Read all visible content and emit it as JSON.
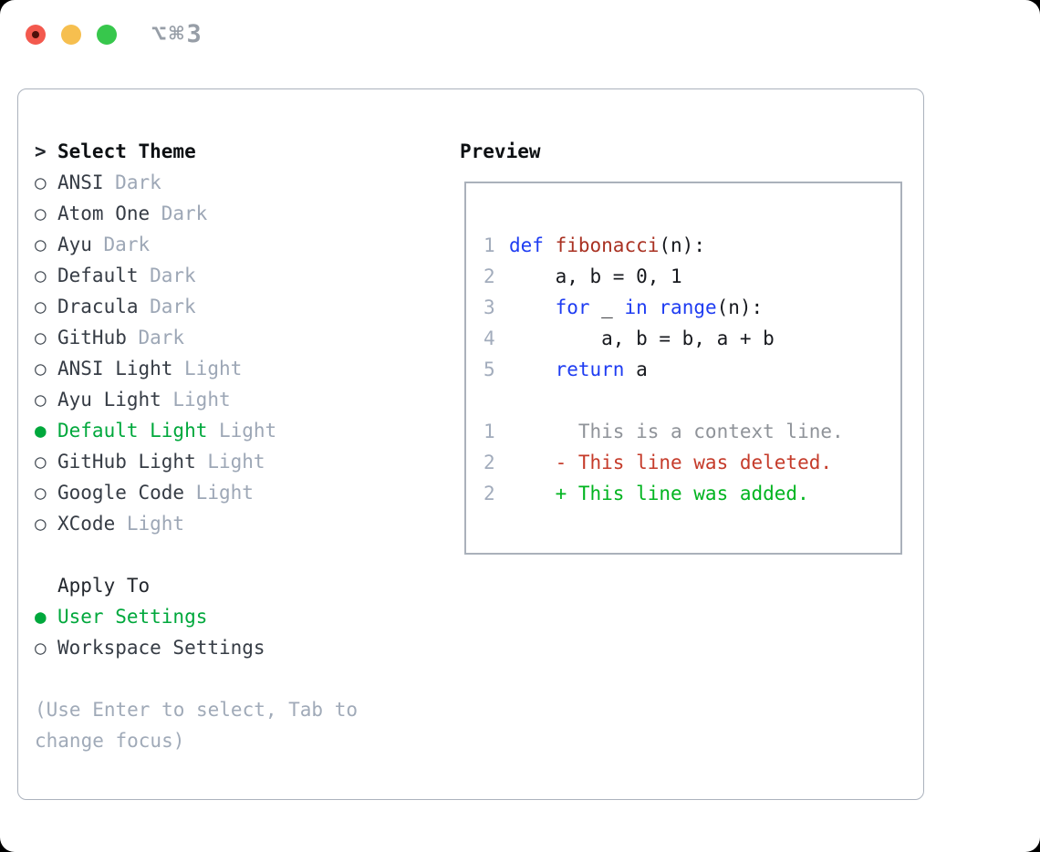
{
  "titlebar": {
    "title": "⌥⌘3"
  },
  "colors": {
    "accent_green": "#00a83c",
    "diff_added_green": "#00b41f",
    "diff_removed_red": "#c53b2a",
    "keyword_blue": "#1e3cf2",
    "function_name_red": "#a93122",
    "muted_gray": "#9da7b6",
    "traffic_red": "#f3594e",
    "traffic_yellow": "#f6bf4f",
    "traffic_green": "#37c74c"
  },
  "theme_list": {
    "header": {
      "prefix": ">",
      "label": "Select Theme"
    },
    "items": [
      {
        "marker": "○",
        "name": "ANSI",
        "variant": "Dark",
        "selected": false
      },
      {
        "marker": "○",
        "name": "Atom One",
        "variant": "Dark",
        "selected": false
      },
      {
        "marker": "○",
        "name": "Ayu",
        "variant": "Dark",
        "selected": false
      },
      {
        "marker": "○",
        "name": "Default",
        "variant": "Dark",
        "selected": false
      },
      {
        "marker": "○",
        "name": "Dracula",
        "variant": "Dark",
        "selected": false
      },
      {
        "marker": "○",
        "name": "GitHub",
        "variant": "Dark",
        "selected": false
      },
      {
        "marker": "○",
        "name": "ANSI Light",
        "variant": "Light",
        "selected": false
      },
      {
        "marker": "○",
        "name": "Ayu Light",
        "variant": "Light",
        "selected": false
      },
      {
        "marker": "●",
        "name": "Default Light",
        "variant": "Light",
        "selected": true
      },
      {
        "marker": "○",
        "name": "GitHub Light",
        "variant": "Light",
        "selected": false
      },
      {
        "marker": "○",
        "name": "Google Code",
        "variant": "Light",
        "selected": false
      },
      {
        "marker": "○",
        "name": "XCode",
        "variant": "Light",
        "selected": false
      }
    ]
  },
  "apply_to": {
    "header": "Apply To",
    "options": [
      {
        "marker": "●",
        "label": "User Settings",
        "selected": true
      },
      {
        "marker": "○",
        "label": "Workspace Settings",
        "selected": false
      }
    ]
  },
  "hint": {
    "line1": "(Use Enter to select, Tab to",
    "line2": "change focus)"
  },
  "preview": {
    "heading": "Preview",
    "python": [
      {
        "num": "1",
        "t0": "def",
        "t1": " ",
        "t2": "fibonacci",
        "t3": "(n):"
      },
      {
        "num": "2",
        "t0": "    a, b = 0, 1"
      },
      {
        "num": "3",
        "t0": "    ",
        "t1": "for",
        "t2": " _ ",
        "t3": "in",
        "t4": " ",
        "t5": "range",
        "t6": "(n):"
      },
      {
        "num": "4",
        "t0": "        a, b = b, a + b"
      },
      {
        "num": "5",
        "t0": "    ",
        "t1": "return",
        "t2": " a"
      }
    ],
    "diff": [
      {
        "num": "1",
        "kind": "context",
        "text": "      This is a context line."
      },
      {
        "num": "2",
        "kind": "deleted",
        "text": "    - This line was deleted."
      },
      {
        "num": "2",
        "kind": "added",
        "text": "    + This line was added."
      }
    ]
  }
}
